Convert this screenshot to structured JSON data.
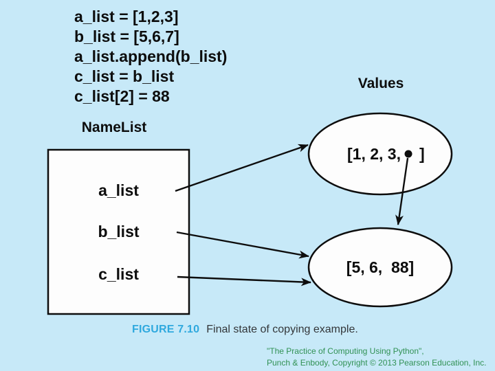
{
  "colors": {
    "background": "#c7e9f8",
    "ink": "#0d0d0d",
    "shape_fill": "#fdfdfd",
    "figure_label": "#2fa9de",
    "caption_text": "#333639",
    "attribution": "#319154"
  },
  "code_block": {
    "lines": [
      "a_list = [1,2,3]",
      "b_list = [5,6,7]",
      "a_list.append(b_list)",
      "c_list = b_list",
      "c_list[2] = 88"
    ]
  },
  "name_list": {
    "title": "NameList",
    "entries": [
      "a_list",
      "b_list",
      "c_list"
    ]
  },
  "values": {
    "title": "Values",
    "top_list": {
      "before_dot": "[1, 2, 3,",
      "after_dot": "]"
    },
    "bottom_list": {
      "text": "[5, 6,  88]"
    }
  },
  "caption": {
    "figure_label": "FIGURE 7.10",
    "text": "Final state of copying example."
  },
  "attribution": {
    "line1": "\"The Practice of Computing Using Python\",",
    "line2": "Punch & Enbody, Copyright © 2013 Pearson Education, Inc."
  }
}
